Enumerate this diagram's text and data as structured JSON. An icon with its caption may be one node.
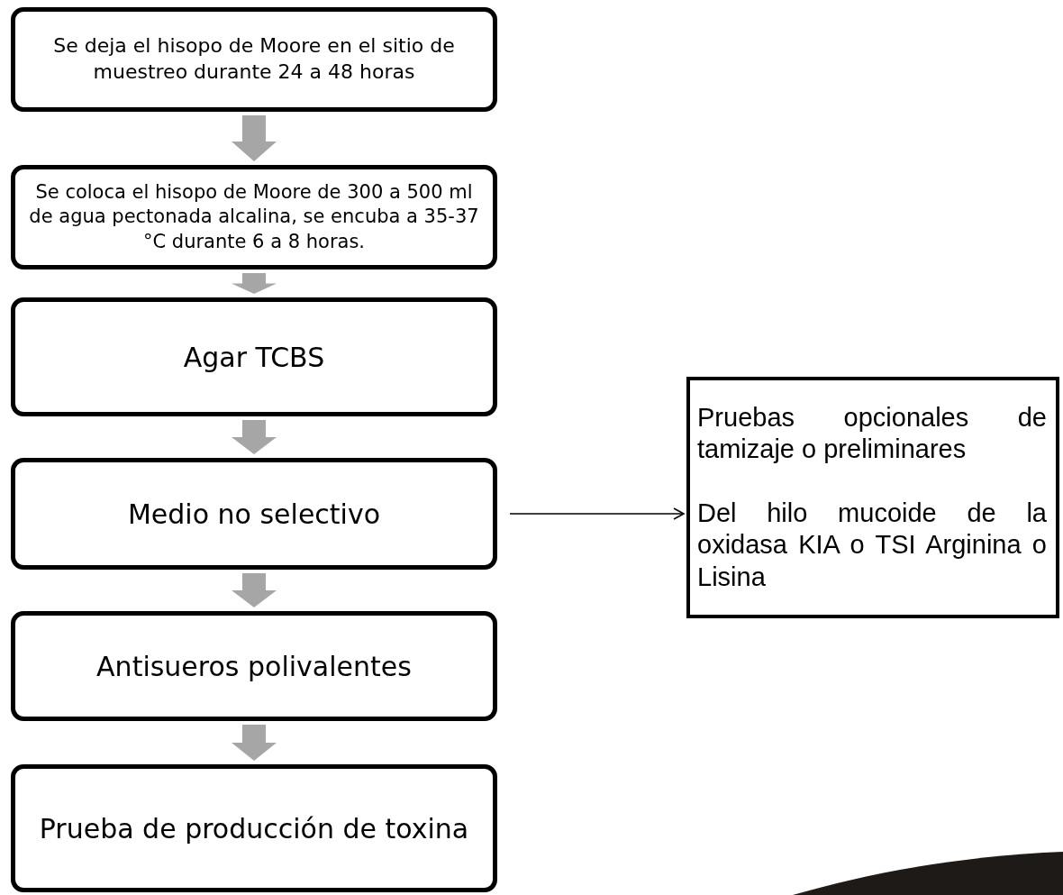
{
  "diagram": {
    "nodes": [
      {
        "text": [
          "Se deja el hisopo de Moore en el sitio de muestreo durante 24 a 48 horas"
        ]
      },
      {
        "text": [
          "Se coloca el hisopo de Moore de 300 a 500 ml de agua pectonada alcalina, se encuba a 35-37 °C durante  6 a 8  horas."
        ]
      },
      {
        "text": [
          "Agar TCBS"
        ]
      },
      {
        "text": [
          "Medio no selectivo"
        ]
      },
      {
        "text": [
          "Antisueros polivalentes"
        ]
      },
      {
        "text": [
          "Prueba de producción de toxina"
        ]
      },
      {
        "text": [
          "Pruebas opcionales de tamizaje o preliminares",
          "Del hilo mucoide de la oxidasa KIA o TSI Arginina o Lisina"
        ]
      }
    ],
    "edges": [
      {
        "from": 0,
        "to": 1,
        "arrow": "to",
        "style": "thick"
      },
      {
        "from": 1,
        "to": 2,
        "arrow": "to",
        "style": "thick"
      },
      {
        "from": 2,
        "to": 3,
        "arrow": "to",
        "style": "thick"
      },
      {
        "from": 3,
        "to": 4,
        "arrow": "to",
        "style": "thick"
      },
      {
        "from": 4,
        "to": 5,
        "arrow": "to",
        "style": "thick"
      },
      {
        "from": 3,
        "to": 6,
        "arrow": "to",
        "color": "#000000"
      }
    ]
  }
}
